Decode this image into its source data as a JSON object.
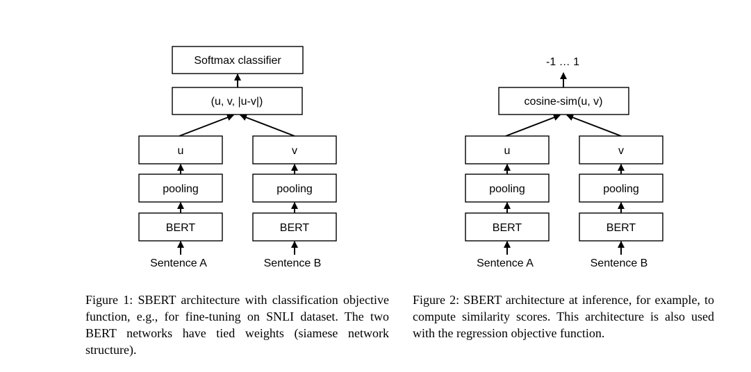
{
  "figure1": {
    "classifier": "Softmax classifier",
    "concat": "(u, v, |u-v|)",
    "left": {
      "embedding": "u",
      "pooling": "pooling",
      "encoder": "BERT",
      "input": "Sentence A"
    },
    "right": {
      "embedding": "v",
      "pooling": "pooling",
      "encoder": "BERT",
      "input": "Sentence B"
    },
    "caption": "Figure 1: SBERT architecture with classification objective function, e.g., for fine-tuning on SNLI dataset. The two BERT networks have tied weights (siamese network structure)."
  },
  "figure2": {
    "output_range": "-1 … 1",
    "similarity": "cosine-sim(u, v)",
    "left": {
      "embedding": "u",
      "pooling": "pooling",
      "encoder": "BERT",
      "input": "Sentence A"
    },
    "right": {
      "embedding": "v",
      "pooling": "pooling",
      "encoder": "BERT",
      "input": "Sentence B"
    },
    "caption": "Figure 2: SBERT architecture at inference, for example, to compute similarity scores. This architecture is also used with the regression objective function."
  }
}
